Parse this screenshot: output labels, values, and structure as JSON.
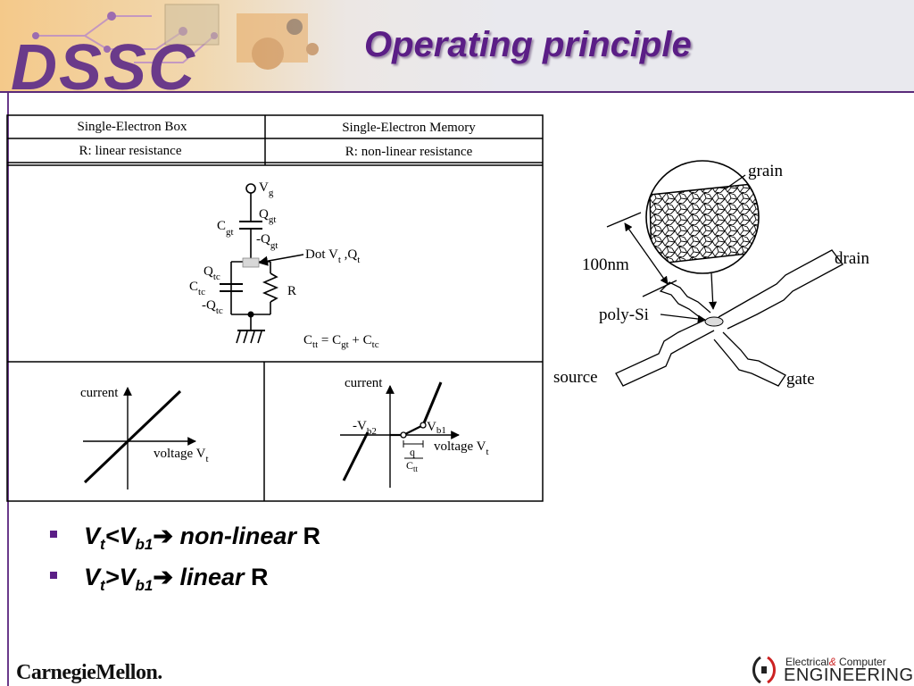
{
  "header": {
    "logo_text": "DSSC",
    "title": "Operating principle",
    "colors": {
      "title": "#5b1e86",
      "logo": "#6a3a8a",
      "divider": "#5a2a7a"
    }
  },
  "figure_table": {
    "col1": {
      "title": "Single-Electron Box",
      "subtitle_key": "R",
      "subtitle_value": ": linear resistance"
    },
    "col2": {
      "title": "Single-Electron Memory",
      "subtitle_key": "R",
      "subtitle_value": ": non-linear resistance"
    },
    "circuit": {
      "vg": "V",
      "vg_sub": "g",
      "cgt": "C",
      "cgt_sub": "gt",
      "qgt": "Q",
      "qgt_sub": "gt",
      "neg_qgt": "-Q",
      "neg_qgt_sub": "gt",
      "dot": "Dot  V",
      "dot_vt_sub": "t",
      "dot_sep": " ,Q",
      "dot_qt_sub": "t",
      "qtc": "Q",
      "qtc_sub": "tc",
      "ctc": "C",
      "ctc_sub": "tc",
      "neg_qtc": "-Q",
      "neg_qtc_sub": "tc",
      "r": "R",
      "ctt_eq_a": "C",
      "ctt_eq_a_sub": "tt",
      "ctt_eq_b": " = C",
      "ctt_eq_b_sub": "gt",
      "ctt_eq_c": " + C",
      "ctt_eq_c_sub": "tc"
    },
    "graph_linear": {
      "ylabel": "current",
      "xlabel": "voltage V",
      "xlabel_sub": "t"
    },
    "graph_memory": {
      "ylabel": "current",
      "xlabel": "voltage V",
      "xlabel_sub": "t",
      "neg_vb2": "-V",
      "neg_vb2_sub": "b2",
      "vb1": "V",
      "vb1_sub": "b1",
      "frac_num": "q",
      "frac_den": "C",
      "frac_den_sub": "tt"
    }
  },
  "device": {
    "grain": "grain",
    "size": "100nm",
    "drain": "drain",
    "poly_si": "poly-Si",
    "source": "source",
    "gate": "gate"
  },
  "bullets": [
    {
      "v1": "V",
      "v1_sub": "t",
      "op": "<",
      "v2": "V",
      "v2_sub": "b1",
      "arrow": "➔",
      "emph": " non-linear",
      "tail": " R"
    },
    {
      "v1": "V",
      "v1_sub": "t",
      "op": ">",
      "v2": "V",
      "v2_sub": "b1",
      "arrow": "➔",
      "emph": " linear",
      "tail": " R"
    }
  ],
  "footer": {
    "cmu": "CarnegieMellon.",
    "ece_top": "Electrical",
    "ece_amp": "&",
    "ece_top2": " Computer",
    "ece_bottom": "ENGINEERING"
  }
}
